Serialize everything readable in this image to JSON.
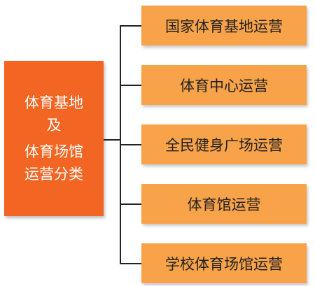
{
  "root": {
    "lines": [
      "体育基地",
      "及",
      "体育场馆",
      "运营分类"
    ]
  },
  "branches": [
    {
      "label": "国家体育基地运营"
    },
    {
      "label": "体育中心运营"
    },
    {
      "label": "全民健身广场运营"
    },
    {
      "label": "体育馆运营"
    },
    {
      "label": "学校体育场馆运营"
    }
  ],
  "colors": {
    "root_fill": "#f26522",
    "leaf_fill": "#f8a24a",
    "connector": "#222222",
    "root_text": "#ffffff",
    "leaf_text": "#222222"
  }
}
